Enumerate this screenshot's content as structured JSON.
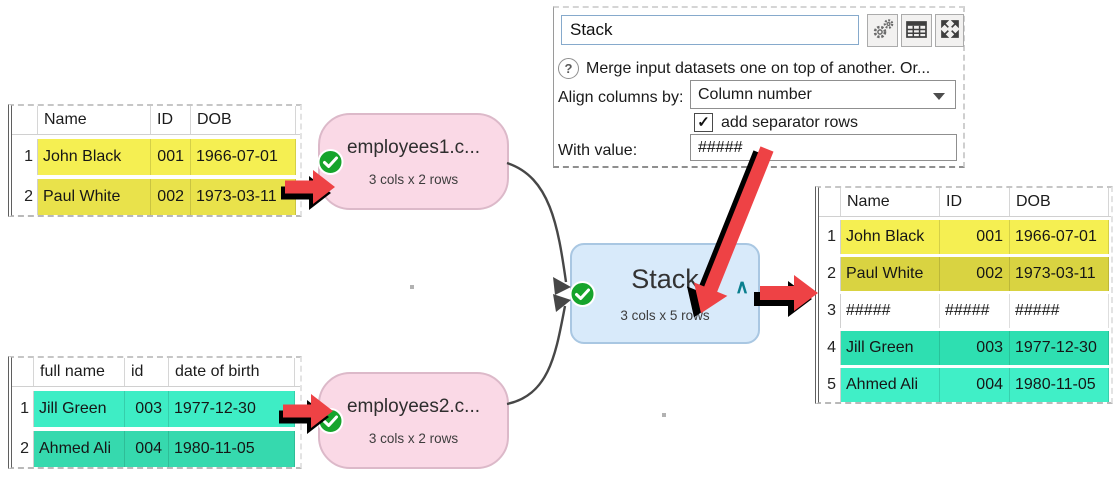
{
  "colors": {
    "accent_red": "#ee4245",
    "node_pink_bg": "#fad9e6",
    "node_blue_bg": "#d8eafa",
    "check_green": "#16a42c",
    "caret_teal": "#0a7f8e"
  },
  "panel": {
    "title_value": "Stack",
    "help_text": "Merge input datasets one on top of another. Or...",
    "align_label": "Align columns by:",
    "align_value": "Column number",
    "checkbox_label": "add separator rows",
    "checkbox_checked": "✓",
    "with_value_label": "With value:",
    "with_value": "#####",
    "help_glyph": "?"
  },
  "nodes": {
    "input1": {
      "title": "employees1.c...",
      "subtitle": "3 cols x 2 rows"
    },
    "input2": {
      "title": "employees2.c...",
      "subtitle": "3 cols x 2 rows"
    },
    "stack": {
      "title": "Stack",
      "subtitle": "3 cols x 5 rows",
      "collapse_glyph": "∧"
    }
  },
  "tables": {
    "input1": {
      "headers": [
        "Name",
        "ID",
        "DOB"
      ],
      "rows": [
        {
          "num": "1",
          "name": "John Black",
          "id": "001",
          "dob": "1966-07-01",
          "color": "#f5ef52"
        },
        {
          "num": "2",
          "name": "Paul White",
          "id": "002",
          "dob": "1973-03-11",
          "color": "#e9e24b"
        }
      ]
    },
    "input2": {
      "headers": [
        "full name",
        "id",
        "date of birth"
      ],
      "rows": [
        {
          "num": "1",
          "name": "Jill Green",
          "id": "003",
          "dob": "1977-12-30",
          "color": "#3eedc5"
        },
        {
          "num": "2",
          "name": "Ahmed Ali",
          "id": "004",
          "dob": "1980-11-05",
          "color": "#36d9ae"
        }
      ]
    },
    "output": {
      "headers": [
        "Name",
        "ID",
        "DOB"
      ],
      "rows": [
        {
          "num": "1",
          "name": "John Black",
          "id": "001",
          "dob": "1966-07-01",
          "color": "#f5ef52"
        },
        {
          "num": "2",
          "name": "Paul White",
          "id": "002",
          "dob": "1973-03-11",
          "color": "#d9d341"
        },
        {
          "num": "3",
          "name": "#####",
          "id": "#####",
          "dob": "#####",
          "color": "#ffffff"
        },
        {
          "num": "4",
          "name": "Jill Green",
          "id": "003",
          "dob": "1977-12-30",
          "color": "#2edfb1"
        },
        {
          "num": "5",
          "name": "Ahmed Ali",
          "id": "004",
          "dob": "1980-11-05",
          "color": "#40efc7"
        }
      ]
    }
  }
}
